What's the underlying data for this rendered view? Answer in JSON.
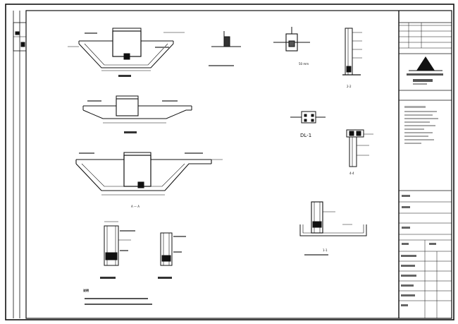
{
  "drawing": {
    "callouts": {
      "dl1": "DL-1",
      "sec22": "2-2",
      "sec44": "4-4",
      "sec11": "1-1",
      "seca": "A — A",
      "dim50": "50 mm"
    },
    "notes": {
      "heading": "说明",
      "line1": "1. 混凝土..."
    }
  },
  "title_block": {
    "rows": [
      "",
      "",
      "",
      "",
      "",
      "",
      "",
      "",
      "",
      "",
      ""
    ]
  },
  "colors": {
    "line": "#111111",
    "background": "#ffffff"
  }
}
